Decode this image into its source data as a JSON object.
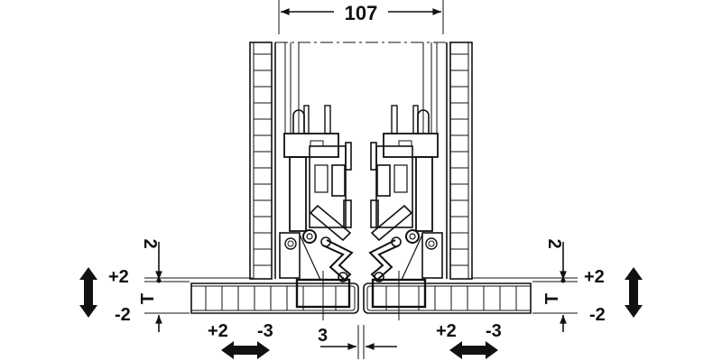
{
  "diagram": {
    "type": "technical-drawing",
    "subject": "concealed hinge pair with adjustment ranges",
    "dimensions": {
      "opening_width": "107",
      "gap": "3",
      "left_height_offset": "2",
      "right_height_offset": "2"
    },
    "left_adjustment": {
      "vertical_plus": "+2",
      "vertical_minus": "-2",
      "thickness_label": "T",
      "horizontal_plus": "+2",
      "horizontal_minus": "-3"
    },
    "right_adjustment": {
      "vertical_plus": "+2",
      "vertical_minus": "-2",
      "thickness_label": "T",
      "horizontal_plus": "+2",
      "horizontal_minus": "-3"
    },
    "colors": {
      "line": "#111111",
      "background": "#ffffff"
    }
  }
}
